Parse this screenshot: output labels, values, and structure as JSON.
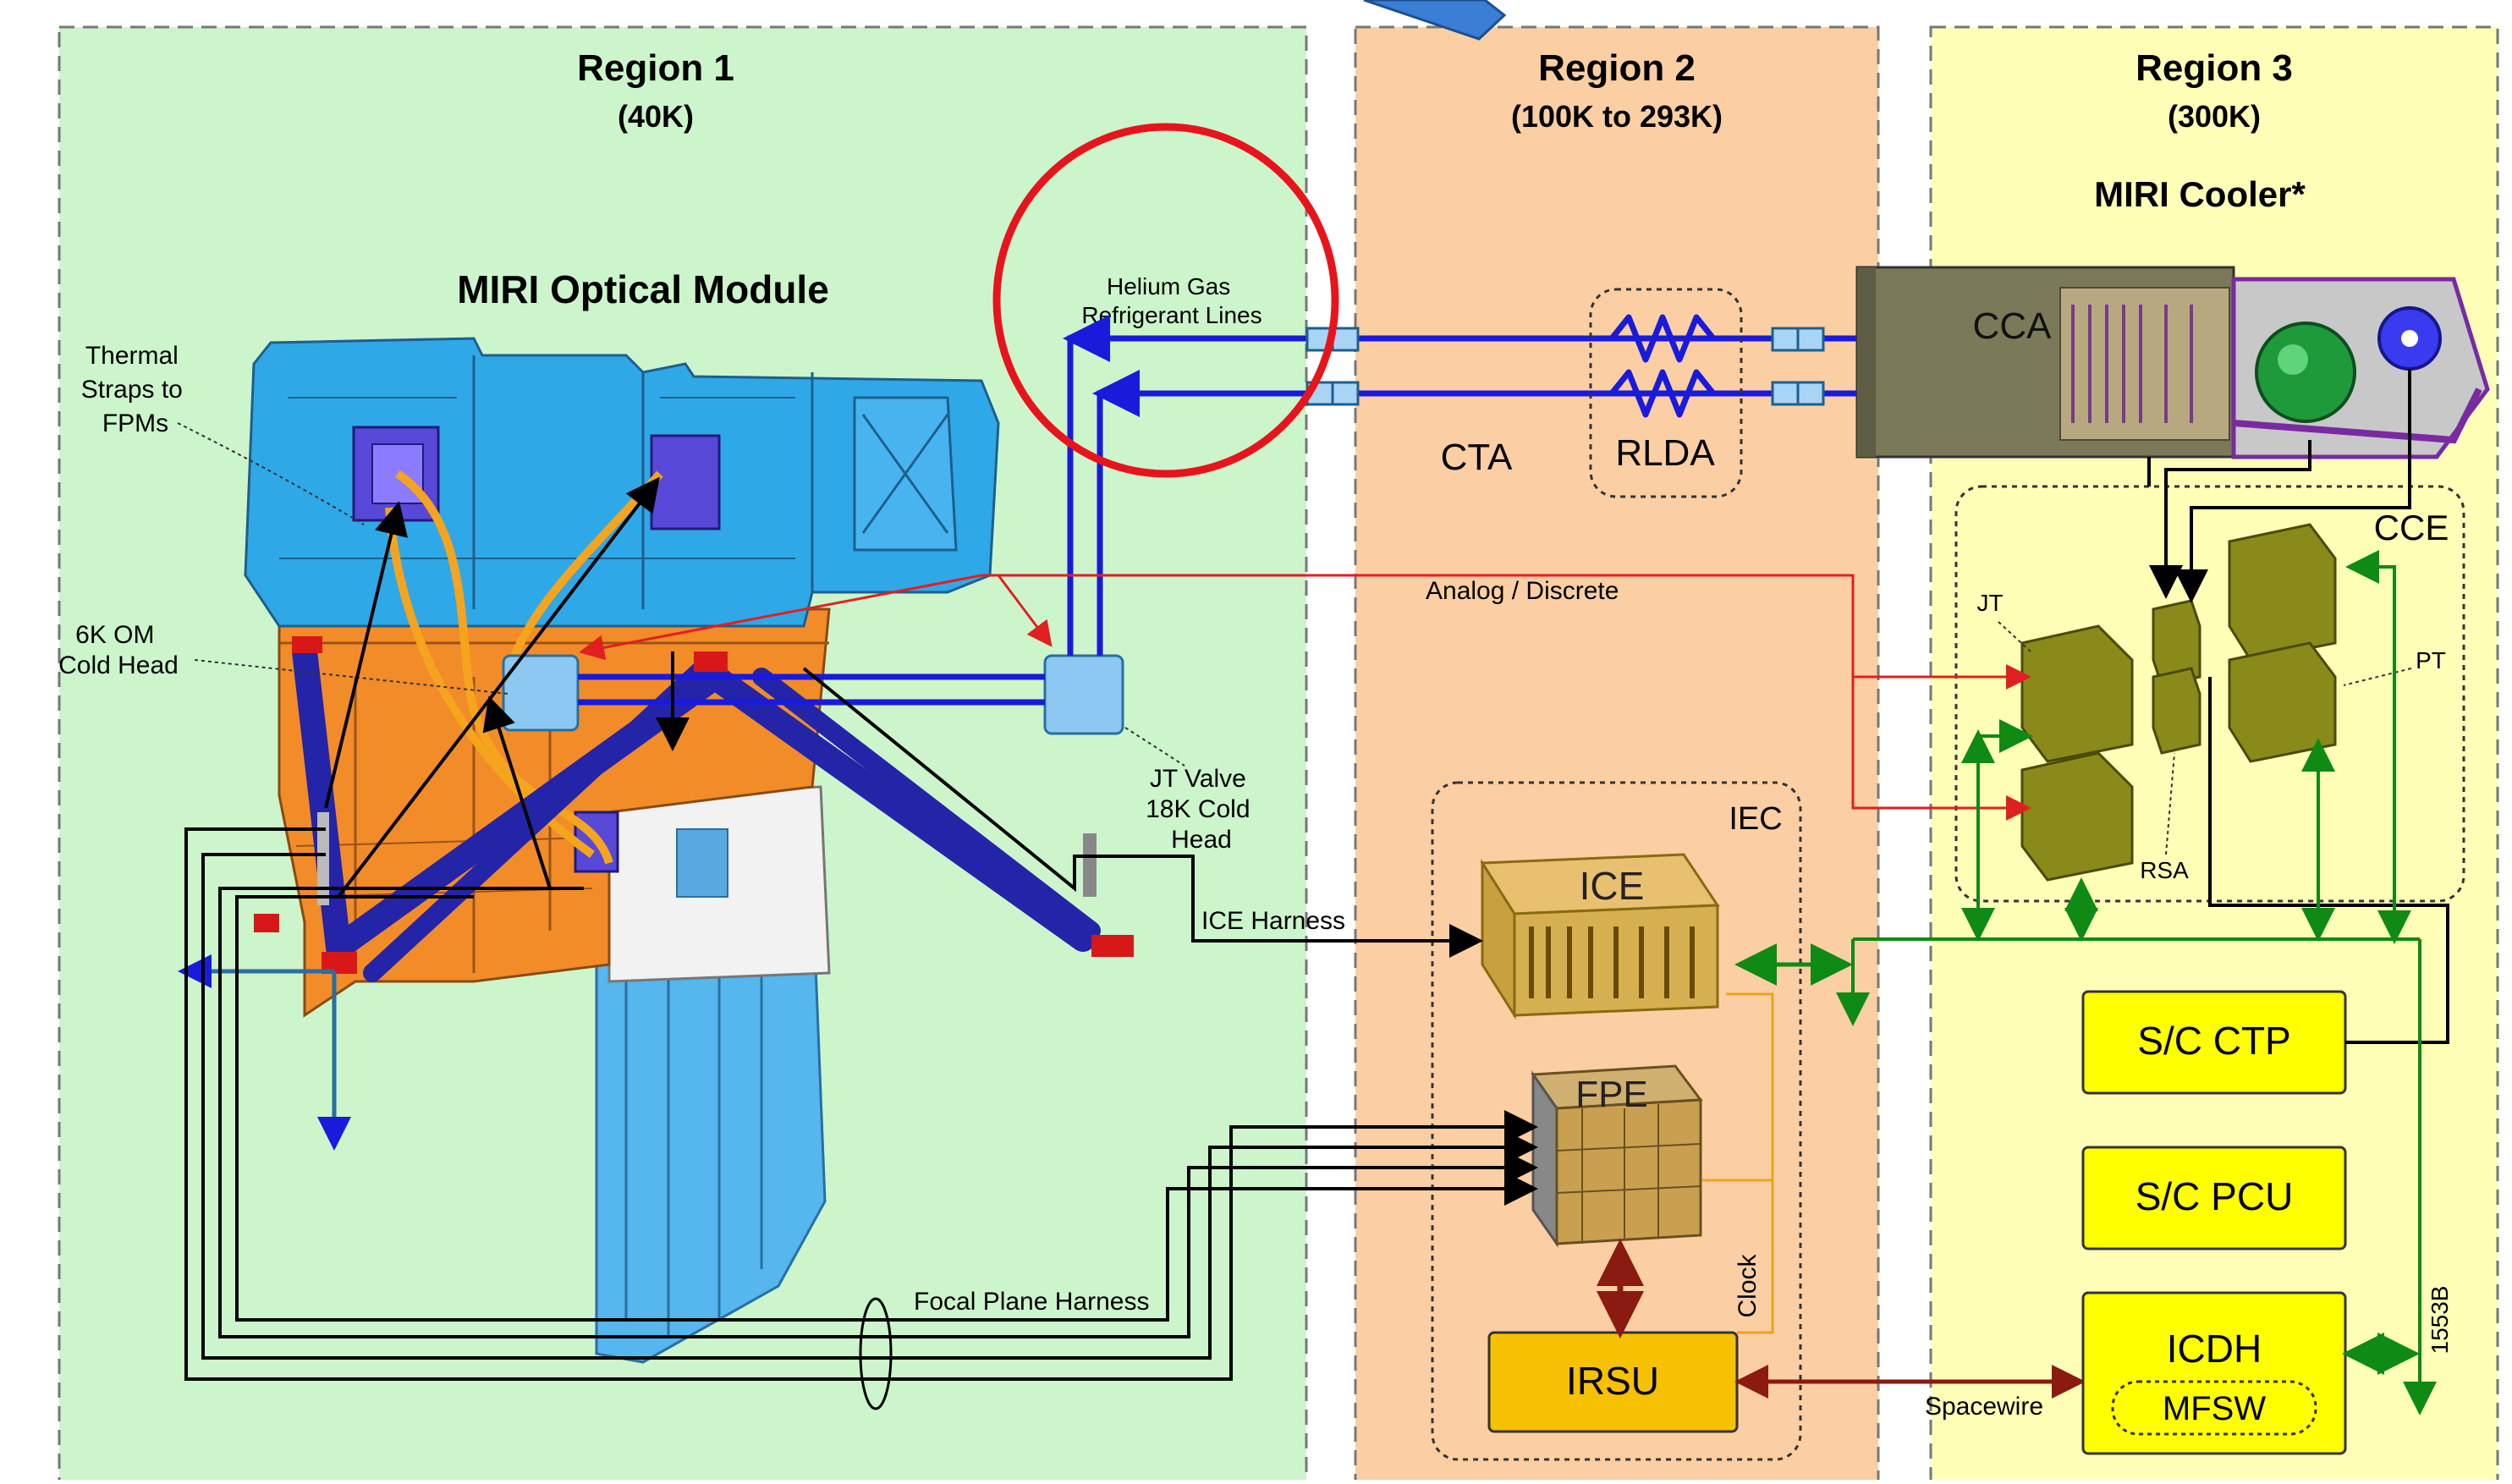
{
  "regions": [
    {
      "title": "Region 1",
      "temp": "(40K)"
    },
    {
      "title": "Region 2",
      "temp": "(100K to 293K)"
    },
    {
      "title": "Region 3",
      "temp": "(300K)"
    }
  ],
  "labels": {
    "optical_module": "MIRI Optical Module",
    "cooler": "MIRI Cooler*",
    "thermal_straps": [
      "Thermal",
      "Straps to",
      "FPMs"
    ],
    "cold_head_6k": [
      "6K OM",
      "Cold Head"
    ],
    "helium_lines": [
      "Helium Gas",
      "Refrigerant Lines"
    ],
    "jt_valve": [
      "JT Valve",
      "18K Cold",
      "Head"
    ],
    "cta": "CTA",
    "rlda": "RLDA",
    "cca": "CCA",
    "cce": "CCE",
    "analog_discrete": "Analog / Discrete",
    "jt": "JT",
    "pt": "PT",
    "rsa": "RSA",
    "iec": "IEC",
    "ice": "ICE",
    "ice_harness": "ICE Harness",
    "fpe": "FPE",
    "focal_plane_harness": "Focal Plane Harness",
    "clock": "Clock",
    "irsu": "IRSU",
    "spacewire": "Spacewire",
    "sc_ctp": "S/C CTP",
    "sc_pcu": "S/C PCU",
    "icdh": "ICDH",
    "mfsw": "MFSW",
    "bus_1553b": "1553B"
  },
  "colors": {
    "region1_bg": "#ccf5cc",
    "region2_bg": "#fbcfa3",
    "region3_bg": "#ffffb8",
    "helium_line": "#1a1adc",
    "annotation_circle": "#e8141c",
    "bus_green": "#0f8a14",
    "harness_black": "#000000",
    "analog_red": "#e02020",
    "box_yellow": "#ffff00",
    "irsu_gold": "#f5c100"
  }
}
